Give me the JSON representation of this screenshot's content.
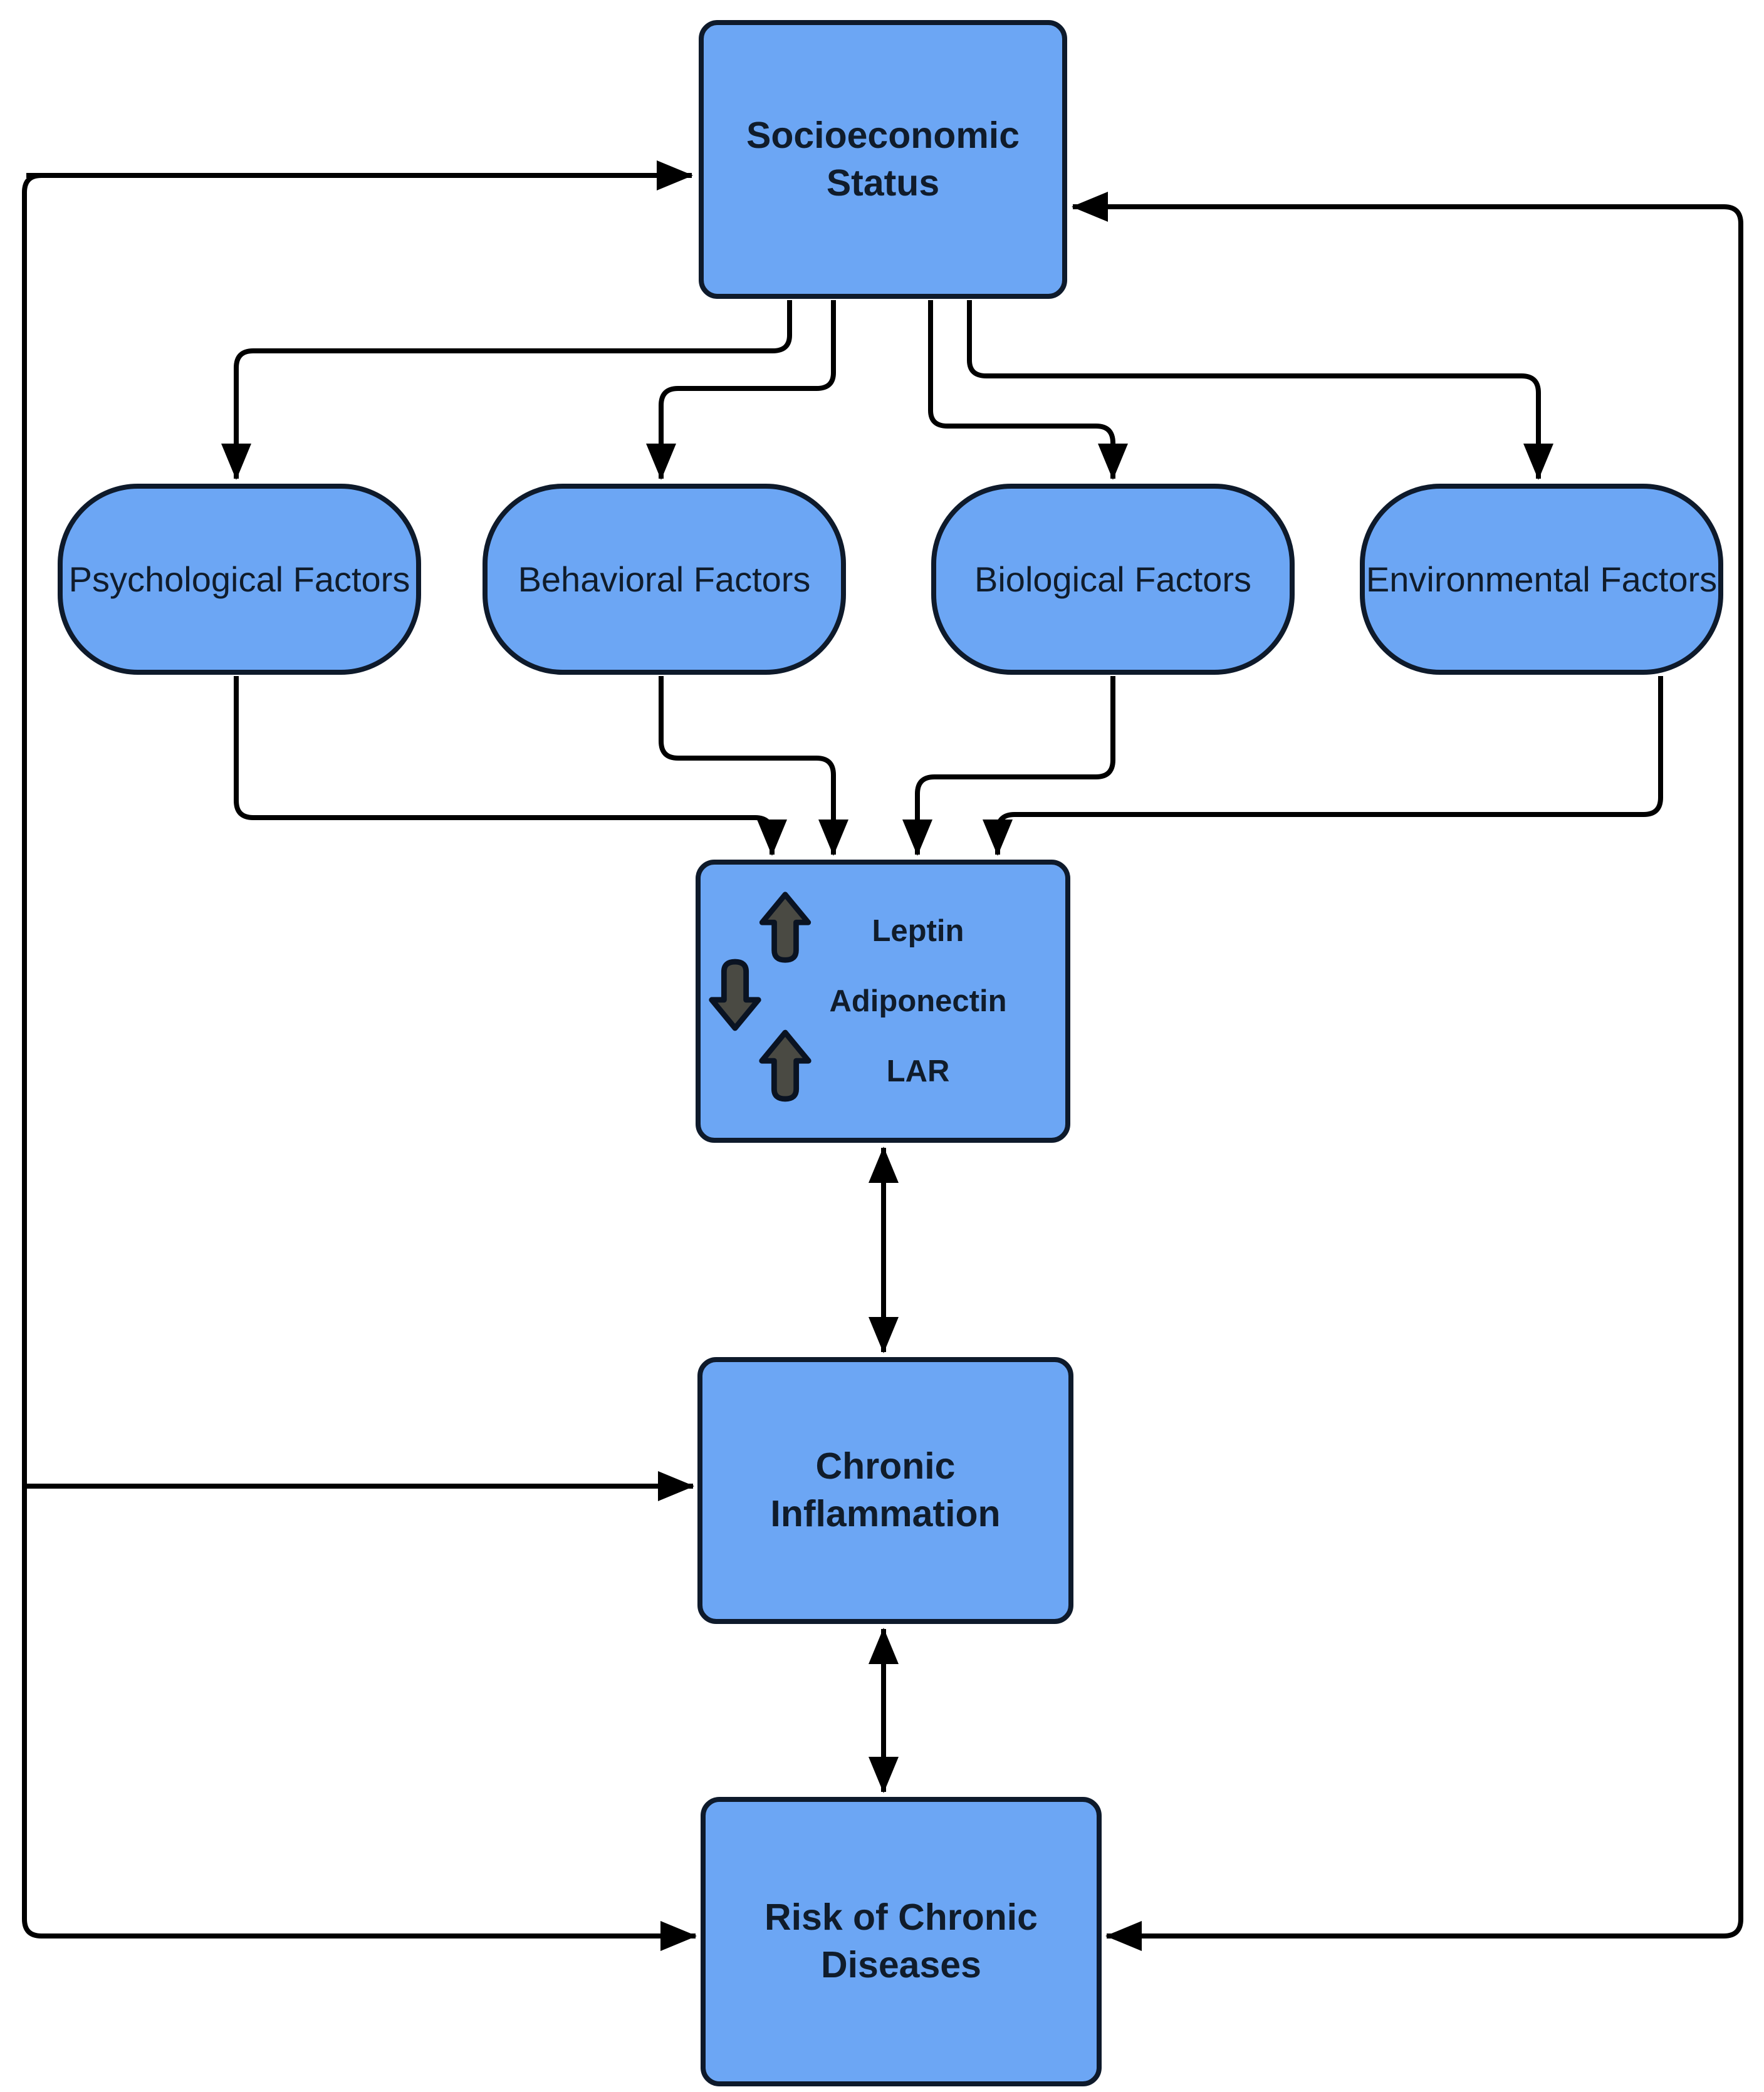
{
  "figure": {
    "colors": {
      "node_fill": "#6CA6F4",
      "node_border": "#0E1A2B",
      "text": "#101C2B",
      "connector": "#000000",
      "glyph_fill": "#4A4A43",
      "glyph_border": "#0A1322",
      "background": "#FFFFFF"
    },
    "nodes": {
      "socioeconomic_status": {
        "label": "Socioeconomic Status"
      },
      "psychological_factors": {
        "label": "Psychological Factors"
      },
      "behavioral_factors": {
        "label": "Behavioral Factors"
      },
      "biological_factors": {
        "label": "Biological Factors"
      },
      "environmental_factors": {
        "label": "Environmental Factors"
      },
      "adipokines": {
        "lines": [
          {
            "icon": "up-arrow",
            "label": "Leptin"
          },
          {
            "icon": "down-arrow",
            "label": "Adiponectin"
          },
          {
            "icon": "up-arrow",
            "label": "LAR"
          }
        ]
      },
      "chronic_inflammation": {
        "label": "Chronic Inflammation"
      },
      "risk_of_chronic_diseases": {
        "label": "Risk of Chronic Diseases"
      }
    }
  }
}
